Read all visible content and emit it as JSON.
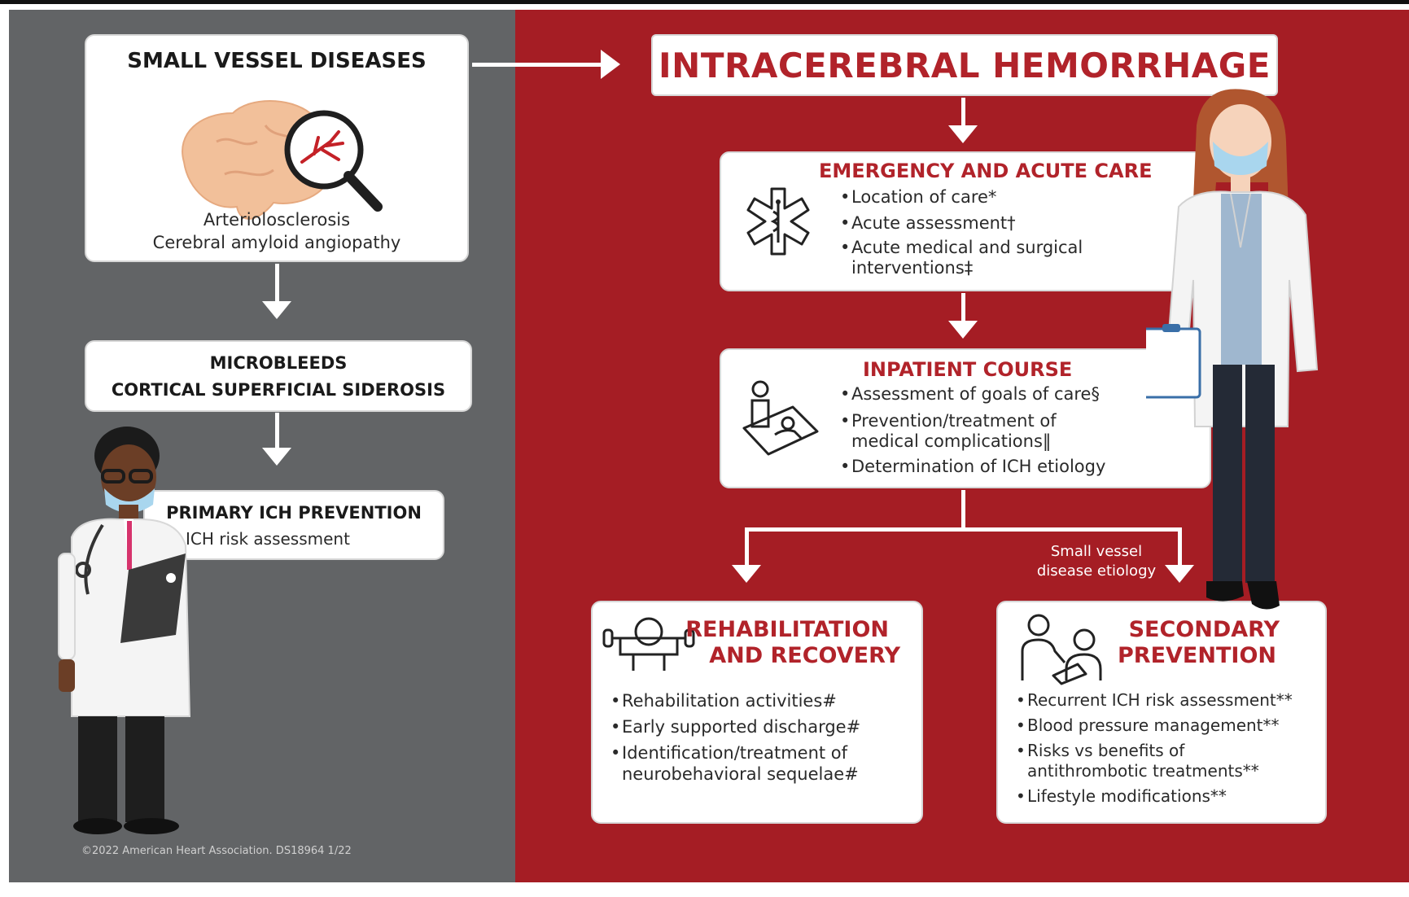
{
  "left": {
    "svd": {
      "title": "SMALL VESSEL DISEASES",
      "line1": "Arteriolosclerosis",
      "line2": "Cerebral amyloid angiopathy"
    },
    "microbleeds": {
      "line1": "MICROBLEEDS",
      "line2": "CORTICAL SUPERFICIAL SIDEROSIS"
    },
    "primary": {
      "title": "PRIMARY ICH PREVENTION",
      "items": [
        "ICH risk assessment"
      ]
    },
    "copyright": "©2022 American Heart Association. DS18964 1/22"
  },
  "right": {
    "main_title": "INTRACEREBRAL HEMORRHAGE",
    "emergency": {
      "title": "EMERGENCY AND ACUTE CARE",
      "items": [
        "Location of care*",
        "Acute assessment†",
        "Acute medical and surgical interventions‡"
      ]
    },
    "inpatient": {
      "title": "INPATIENT COURSE",
      "items": [
        "Assessment of goals of care§",
        "Prevention/treatment of medical complications‖",
        "Determination of ICH etiology"
      ]
    },
    "branch_label": "Small vessel disease etiology",
    "rehab": {
      "title_line1": "REHABILITATION",
      "title_line2": "AND RECOVERY",
      "items": [
        "Rehabilitation activities#",
        "Early supported discharge#",
        "Identification/treatment of neurobehavioral sequelae#"
      ]
    },
    "secondary": {
      "title_line1": "SECONDARY",
      "title_line2": "PREVENTION",
      "items": [
        "Recurrent ICH risk assessment**",
        "Blood pressure management**",
        "Risks vs benefits of antithrombotic treatments**",
        "Lifestyle modifications**"
      ]
    }
  },
  "colors": {
    "gray_panel": "#626466",
    "red_panel": "#a51d24",
    "title_red": "#b1232a"
  }
}
